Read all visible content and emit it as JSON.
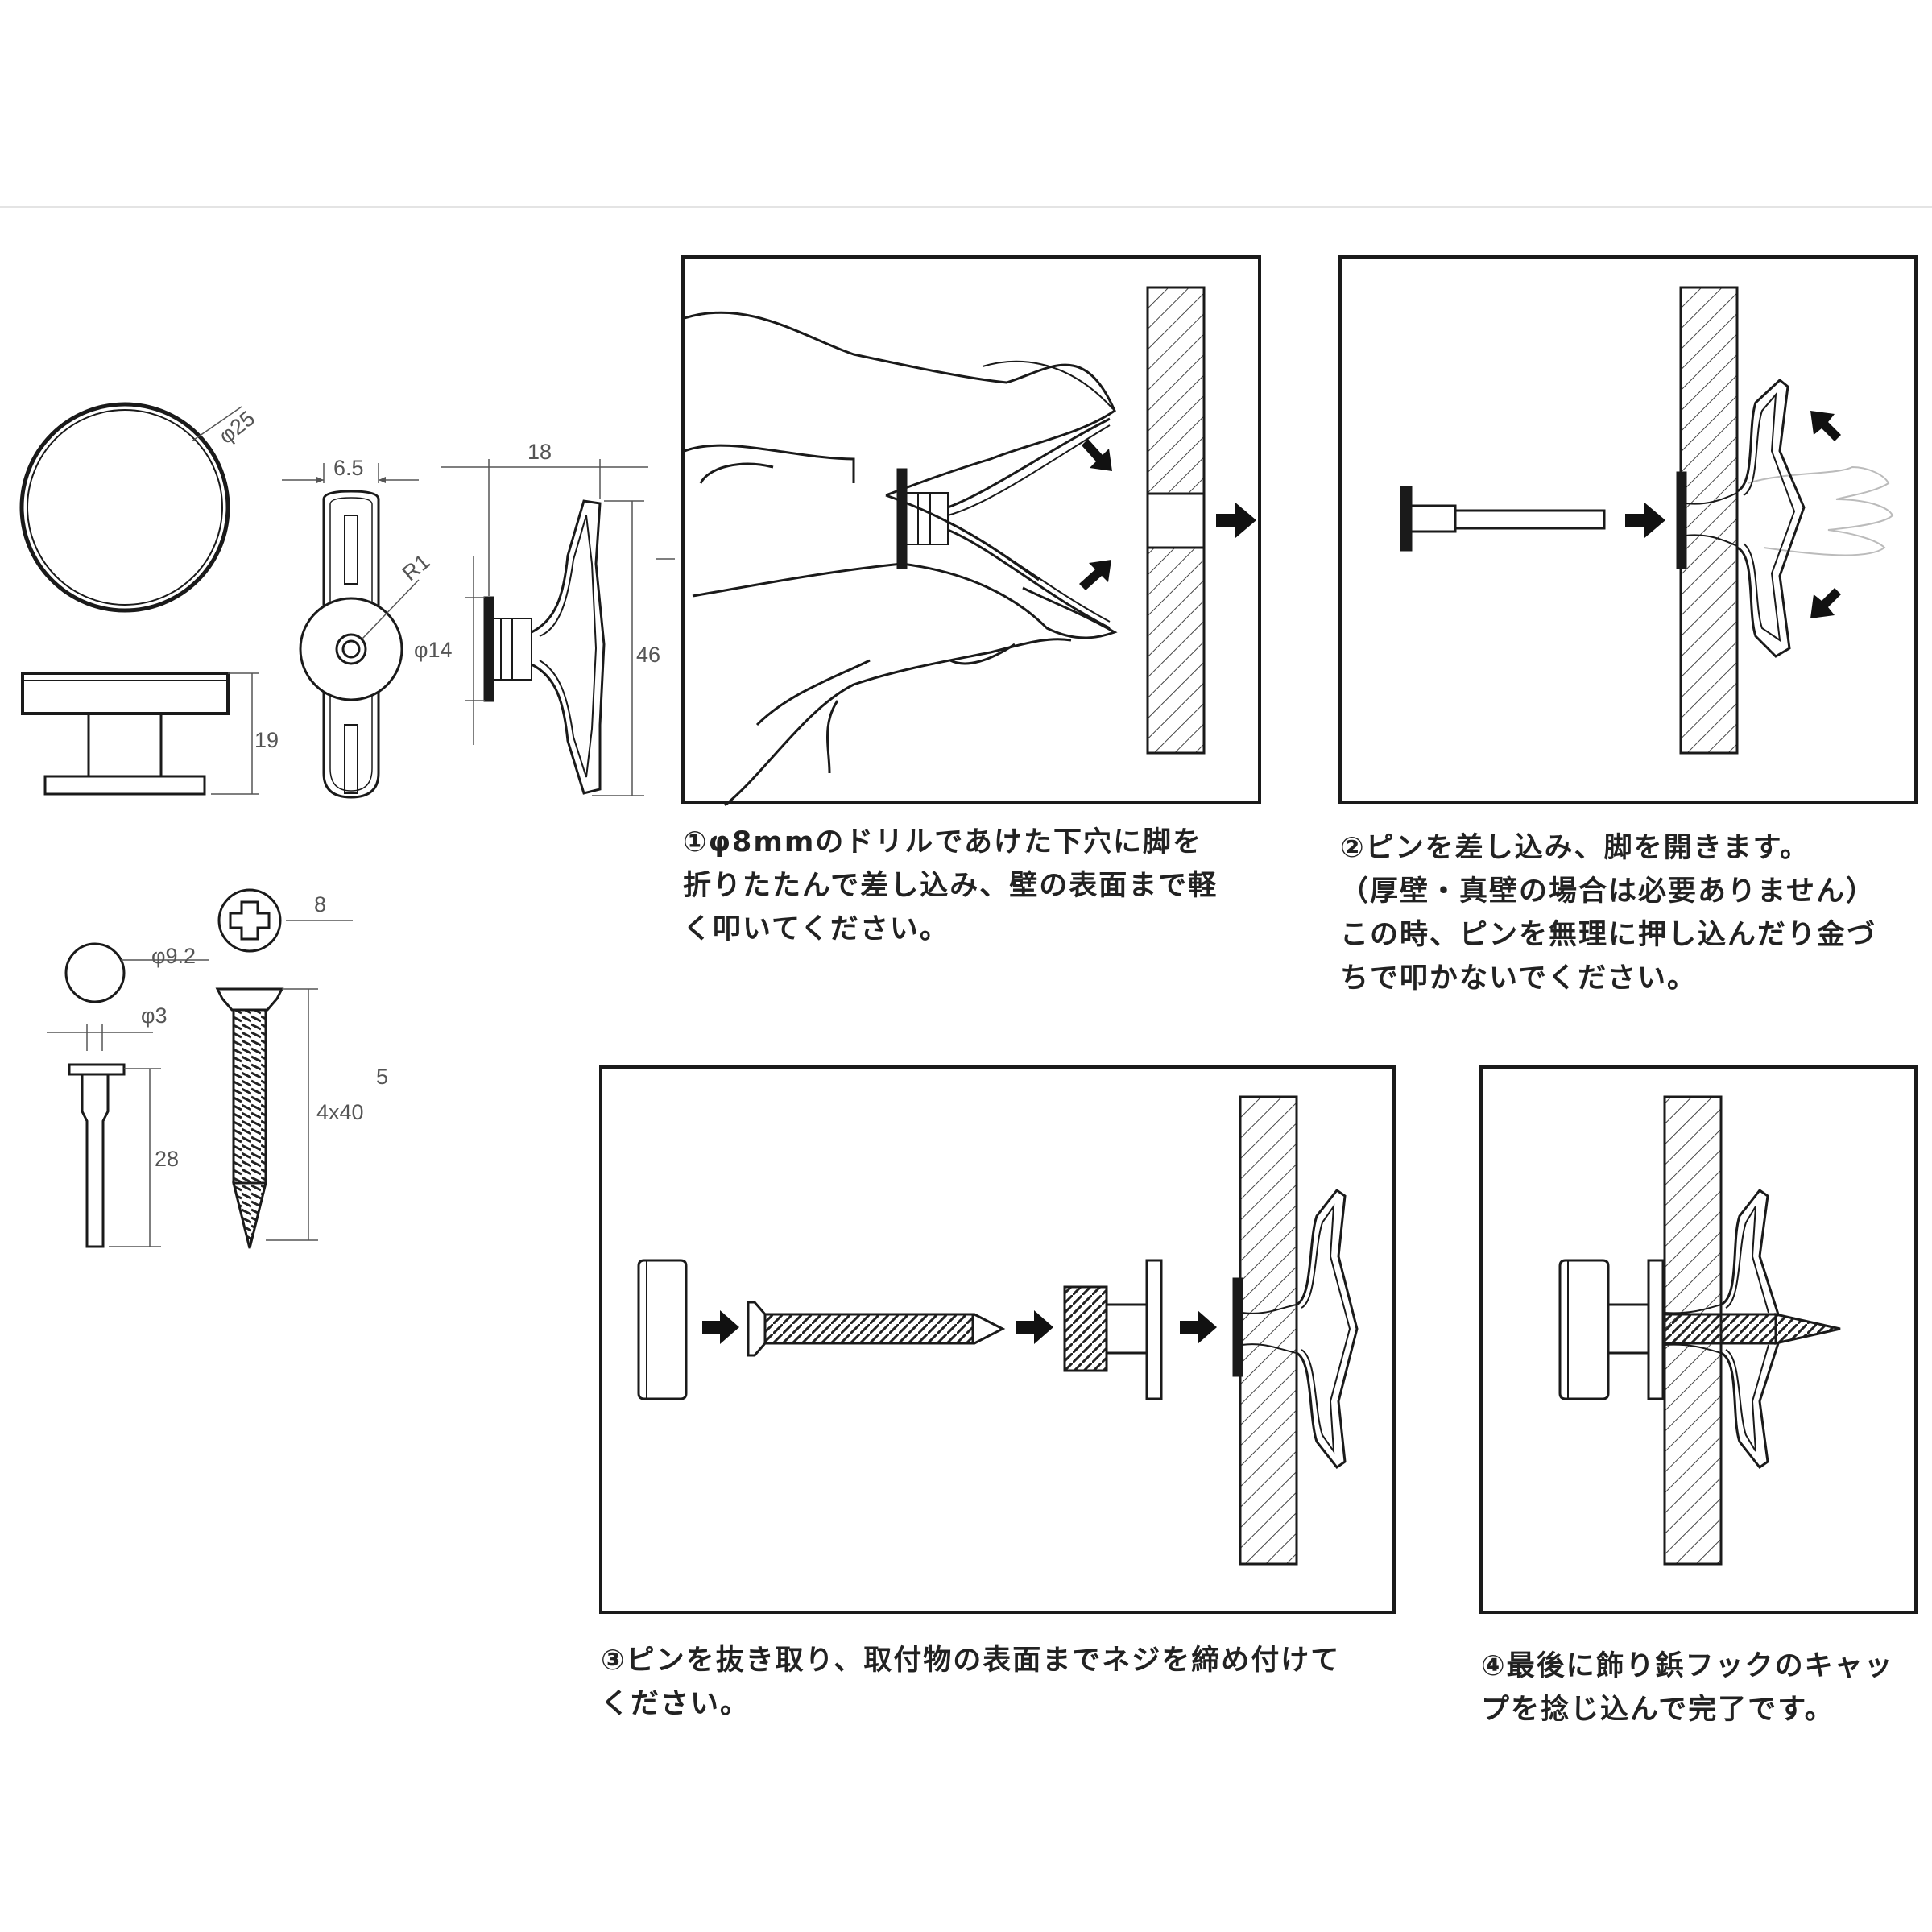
{
  "dimensions": {
    "cap_diameter": "φ25",
    "cap_height": "19",
    "anchor_width": "6.5",
    "anchor_radius": "R1",
    "anchor_depth": "18",
    "anchor_flange": "φ14",
    "anchor_length": "46",
    "screw_head": "8",
    "pin_head": "φ9.2",
    "pin_shaft": "φ3",
    "pin_length": "28",
    "screw_size": "4x40",
    "screw_note": "5"
  },
  "steps": [
    {
      "lines": [
        "①φ8mmのドリルであけた下穴に脚を",
        "折りたたんで差し込み、壁の表面まで軽",
        "く叩いてください。"
      ]
    },
    {
      "lines": [
        "②ピンを差し込み、脚を開きます。",
        "（厚壁・真壁の場合は必要ありません）",
        "この時、ピンを無理に押し込んだり金づ",
        "ちで叩かないでください。"
      ]
    },
    {
      "lines": [
        "③ピンを抜き取り、取付物の表面までネジを締め付けて",
        "ください。"
      ]
    },
    {
      "lines": [
        "④最後に飾り鋲フックのキャッ",
        "プを捻じ込んで完了です。"
      ]
    }
  ],
  "colors": {
    "ink": "#1a1a1a",
    "wall_hatch": "#444444",
    "label": "#555555",
    "arrow": "#111111"
  }
}
